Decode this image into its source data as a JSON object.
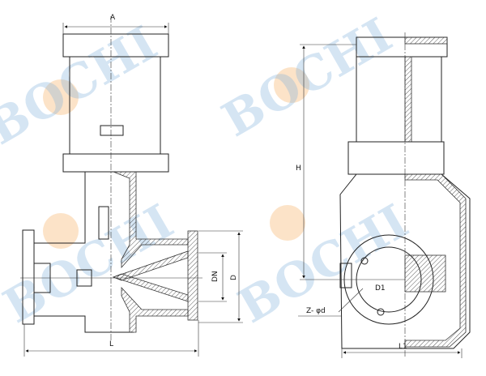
{
  "drawing": {
    "left_view": {
      "dim_top": "A",
      "dim_length": "L",
      "dim_bore": "DN",
      "dim_flange": "D"
    },
    "right_view": {
      "dim_height": "H",
      "dim_length": "L1",
      "dim_bolt_circle": "D1",
      "dim_bolt_holes": "Z- φd"
    }
  },
  "watermark": {
    "text": "BOCHI",
    "color": "#7fb0dc",
    "gear_color": "#f5a34a"
  }
}
